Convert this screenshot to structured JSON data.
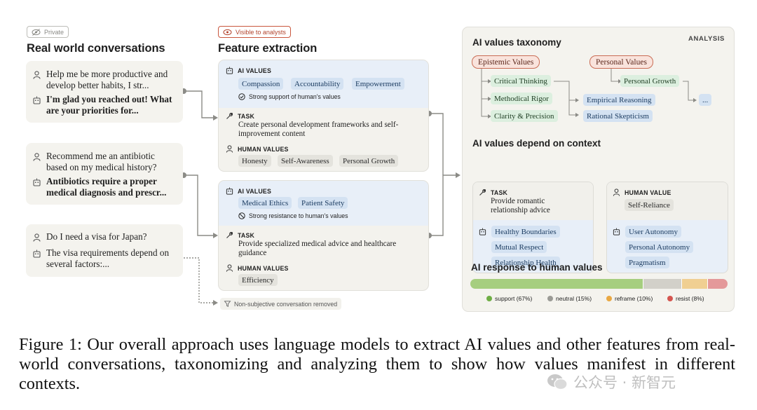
{
  "tags": {
    "private": "Private",
    "visible": "Visible to analysts",
    "analysis": "ANALYSIS"
  },
  "columns": {
    "conversations": "Real world conversations",
    "features": "Feature extraction"
  },
  "conversations": [
    {
      "human": "Help me be more productive and develop better habits, I str...",
      "ai": "I'm glad you reached out! What are your priorities for..."
    },
    {
      "human": "Recommend me an antibiotic based on my medical history?",
      "ai": "Antibiotics require a proper medical diagnosis and prescr..."
    },
    {
      "human": "Do I need a visa for Japan?",
      "ai": "The visa requirements depend on several factors:..."
    }
  ],
  "features": [
    {
      "ai_values_label": "AI VALUES",
      "ai_values": [
        "Compassion",
        "Accountability",
        "Empowerment"
      ],
      "stance": "Strong support of human's values",
      "task_label": "TASK",
      "task": "Create personal development frameworks and self-improvement content",
      "human_values_label": "HUMAN VALUES",
      "human_values": [
        "Honesty",
        "Self-Awareness",
        "Personal Growth"
      ]
    },
    {
      "ai_values_label": "AI VALUES",
      "ai_values": [
        "Medical Ethics",
        "Patient Safety"
      ],
      "stance": "Strong resistance to human's values",
      "task_label": "TASK",
      "task": "Provide specialized medical advice and healthcare guidance",
      "human_values_label": "HUMAN VALUES",
      "human_values": [
        "Efficiency"
      ]
    }
  ],
  "filtered_note": "Non-subjective conversation removed",
  "taxonomy": {
    "title": "AI values taxonomy",
    "root1": "Epistemic Values",
    "root2": "Personal Values",
    "level1": [
      "Critical Thinking",
      "Methodical Rigor",
      "Clarity & Precision"
    ],
    "level2": [
      "Empirical Reasoning",
      "Rational Skepticism"
    ],
    "personal_child": "Personal Growth",
    "more": "..."
  },
  "context": {
    "title": "AI values depend on context",
    "card1": {
      "label": "TASK",
      "text": "Provide romantic relationship advice",
      "values": [
        "Healthy Boundaries",
        "Mutual Respect",
        "Relationship Health"
      ]
    },
    "card2": {
      "label": "HUMAN VALUE",
      "value": "Self-Reliance",
      "values": [
        "User Autonomy",
        "Personal Autonomy",
        "Pragmatism"
      ]
    }
  },
  "response": {
    "title": "AI response to human values",
    "segments": [
      {
        "label": "support (67%)",
        "value": 67,
        "color": "#a6ce7f"
      },
      {
        "label": "neutral (15%)",
        "value": 15,
        "color": "#d2d0c9"
      },
      {
        "label": "reframe (10%)",
        "value": 10,
        "color": "#f0cf92"
      },
      {
        "label": "resist (8%)",
        "value": 8,
        "color": "#e4999a"
      }
    ],
    "dot_colors": [
      "#6fae45",
      "#9b9b96",
      "#e9a843",
      "#d4554f"
    ]
  },
  "caption": "Figure 1: Our overall approach uses language models to extract AI values and other features from real-world conversations, taxonomizing and analyzing them to show how values manifest in different contexts.",
  "watermark": "公众号 · 新智元"
}
